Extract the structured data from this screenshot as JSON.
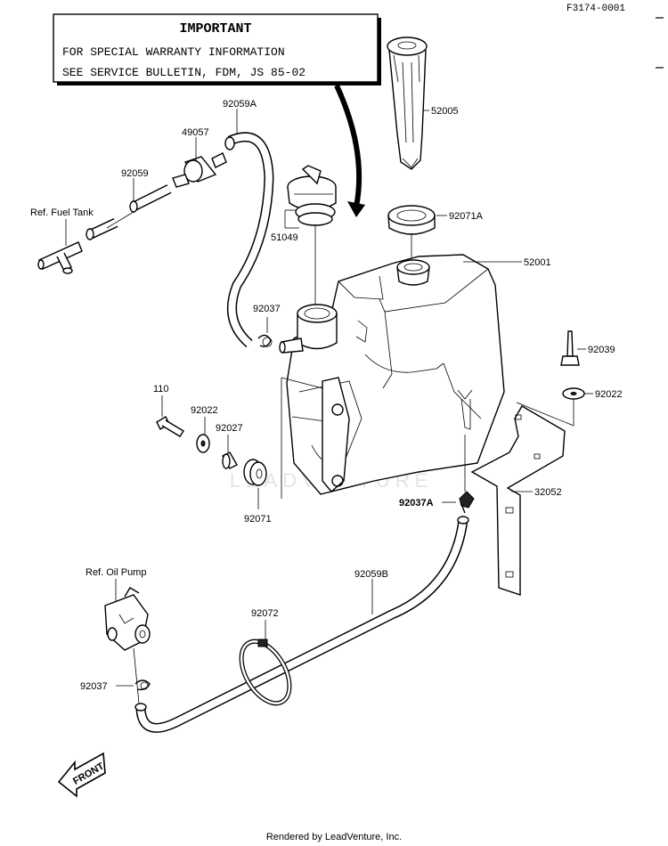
{
  "figure_code": "F3174-0001",
  "notice": {
    "heading": "IMPORTANT",
    "line1": "FOR SPECIAL WARRANTY INFORMATION",
    "line2": "SEE SERVICE BULLETIN, FDM, JS 85-02"
  },
  "parts": {
    "p92059A": "92059A",
    "p49057": "49057",
    "p92059": "92059",
    "ref_fuel_tank": "Ref. Fuel Tank",
    "p52005": "52005",
    "p51049": "51049",
    "p92071A": "92071A",
    "p52001": "52001",
    "p92037": "92037",
    "p92039": "92039",
    "p92022_right": "92022",
    "p110": "110",
    "p92022_left": "92022",
    "p92027": "92027",
    "p92037A": "92037A",
    "p32052": "32052",
    "p92071": "92071",
    "ref_oil_pump": "Ref. Oil Pump",
    "p92059B": "92059B",
    "p92072": "92072",
    "p92037_bottom": "92037"
  },
  "front_label": "FRONT",
  "watermark": "LEADVENTURE",
  "footer": "Rendered by LeadVenture, Inc."
}
